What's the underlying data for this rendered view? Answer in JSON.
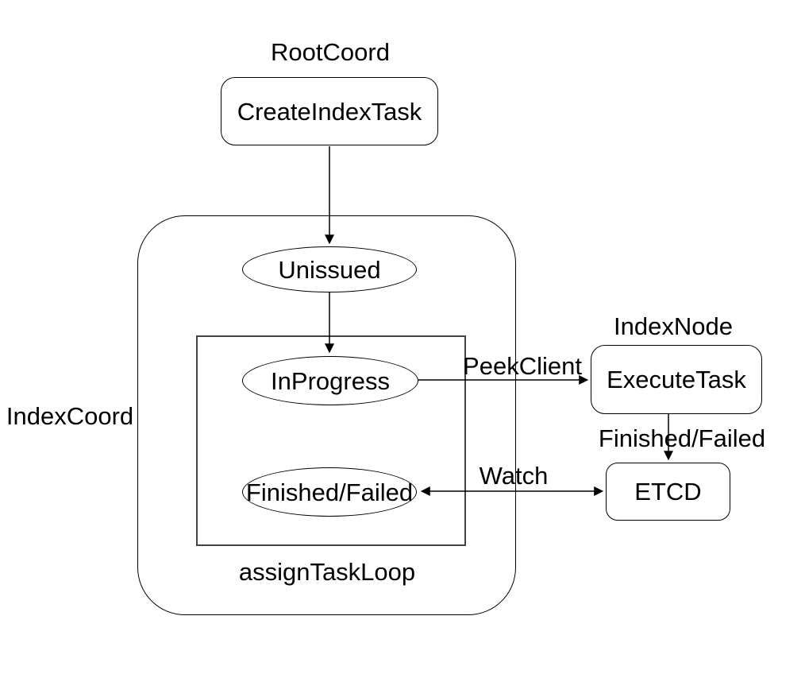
{
  "diagram": {
    "groups": {
      "root_coord": {
        "label": "RootCoord"
      },
      "index_coord": {
        "label": "IndexCoord"
      },
      "index_node": {
        "label": "IndexNode"
      },
      "assign_task_loop": {
        "label": "assignTaskLoop"
      }
    },
    "nodes": {
      "create_index_task": {
        "label": "CreateIndexTask",
        "shape": "rounded-rect"
      },
      "unissued": {
        "label": "Unissued",
        "shape": "ellipse"
      },
      "in_progress": {
        "label": "InProgress",
        "shape": "ellipse"
      },
      "finished_failed": {
        "label": "Finished/Failed",
        "shape": "ellipse"
      },
      "execute_task": {
        "label": "ExecuteTask",
        "shape": "rounded-rect"
      },
      "etcd": {
        "label": "ETCD",
        "shape": "rounded-rect"
      }
    },
    "edges": {
      "create_to_unissued": {
        "from": "CreateIndexTask",
        "to": "Unissued",
        "label": ""
      },
      "unissued_to_inprogress": {
        "from": "Unissued",
        "to": "InProgress",
        "label": ""
      },
      "peek_client": {
        "from": "InProgress",
        "to": "ExecuteTask",
        "label": "PeekClient"
      },
      "finished_failed": {
        "from": "ExecuteTask",
        "to": "ETCD",
        "label": "Finished/Failed"
      },
      "watch": {
        "from": "Finished/Failed",
        "to": "ETCD",
        "label": "Watch",
        "bidirectional": true
      }
    },
    "colors": {
      "stroke": "#000000",
      "inner_box_stroke": "#424242",
      "text": "#000000",
      "background": "#ffffff"
    }
  }
}
